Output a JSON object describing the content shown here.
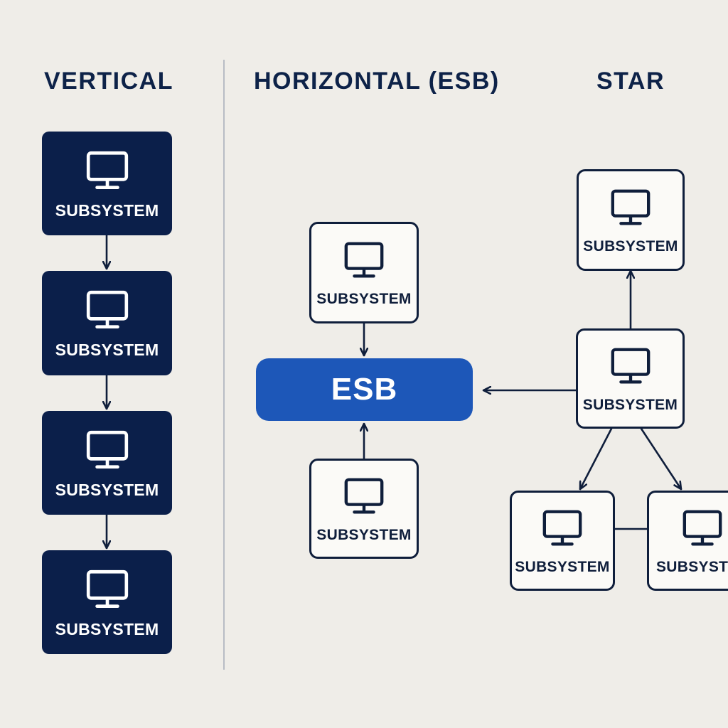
{
  "sections": {
    "vertical": "VERTICAL",
    "horizontal": "HORIZONTAL (ESB)",
    "star": "STAR"
  },
  "vertical_chain": [
    {
      "label": "SUBSYSTEM",
      "icon": "monitor-icon"
    },
    {
      "label": "SUBSYSTEM",
      "icon": "monitor-icon"
    },
    {
      "label": "SUBSYSTEM",
      "icon": "monitor-icon"
    },
    {
      "label": "SUBSYSTEM",
      "icon": "monitor-icon"
    }
  ],
  "horizontal": {
    "top": {
      "label": "SUBSYSTEM",
      "icon": "monitor-icon"
    },
    "bus": {
      "label": "ESB"
    },
    "bottom": {
      "label": "SUBSYSTEM",
      "icon": "monitor-icon"
    }
  },
  "star": {
    "top": {
      "label": "SUBSYSTEM",
      "icon": "monitor-icon"
    },
    "hub": {
      "label": "SUBSYSTEM",
      "icon": "monitor-icon"
    },
    "bottom_left": {
      "label": "SUBSYSTEM",
      "icon": "monitor-icon"
    },
    "bottom_right": {
      "label": "SUBSYSTEM",
      "icon": "monitor-icon"
    }
  },
  "colors": {
    "background": "#efede8",
    "navy": "#0b1f4a",
    "esb_blue": "#1d57b8",
    "outline": "#0f1e3b",
    "heading": "#0d2248",
    "divider": "#b8bcc4"
  }
}
